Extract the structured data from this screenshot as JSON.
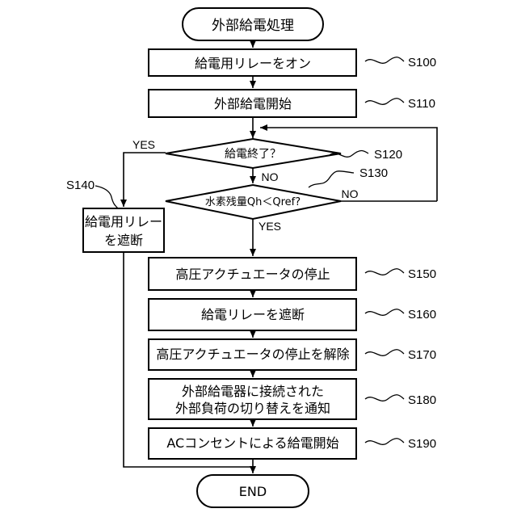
{
  "flowchart": {
    "start": "外部給電処理",
    "end": "END",
    "s100": {
      "label": "給電用リレーをオン",
      "step": "S100"
    },
    "s110": {
      "label": "外部給電開始",
      "step": "S110"
    },
    "s120": {
      "label": "給電終了？",
      "step": "S120",
      "yes": "YES",
      "no": "NO"
    },
    "s130": {
      "label": "水素残量Qh＜Qref?",
      "step": "S130",
      "yes": "YES",
      "no": "NO"
    },
    "s140": {
      "line1": "給電用リレー",
      "line2": "を遮断",
      "step": "S140"
    },
    "s150": {
      "label": "高圧アクチュエータの停止",
      "step": "S150"
    },
    "s160": {
      "label": "給電リレーを遮断",
      "step": "S160"
    },
    "s170": {
      "label": "高圧アクチュエータの停止を解除",
      "step": "S170"
    },
    "s180": {
      "line1": "外部給電器に接続された",
      "line2": "外部負荷の切り替えを通知",
      "step": "S180"
    },
    "s190": {
      "label": "ACコンセントによる給電開始",
      "step": "S190"
    }
  }
}
